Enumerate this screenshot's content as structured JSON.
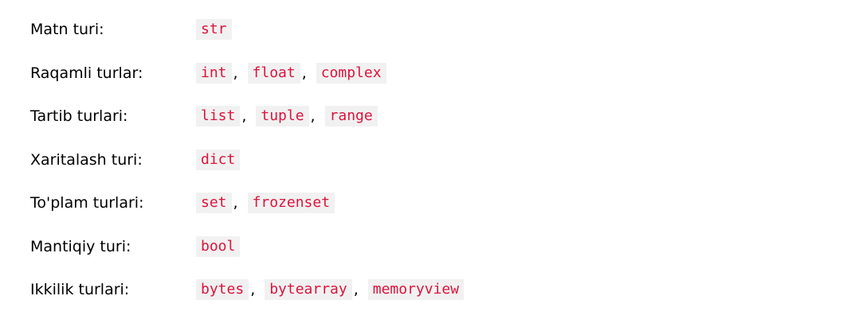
{
  "rows": [
    {
      "label": "Matn turi:",
      "types": [
        "str"
      ]
    },
    {
      "label": "Raqamli turlar:",
      "types": [
        "int",
        "float",
        "complex"
      ]
    },
    {
      "label": "Tartib turlari:",
      "types": [
        "list",
        "tuple",
        "range"
      ]
    },
    {
      "label": "Xaritalash turi:",
      "types": [
        "dict"
      ]
    },
    {
      "label": "To'plam turlari:",
      "types": [
        "set",
        "frozenset"
      ]
    },
    {
      "label": "Mantiqiy turi:",
      "types": [
        "bool"
      ]
    },
    {
      "label": "Ikkilik turlari:",
      "types": [
        "bytes",
        "bytearray",
        "memoryview"
      ]
    }
  ],
  "separator": ","
}
